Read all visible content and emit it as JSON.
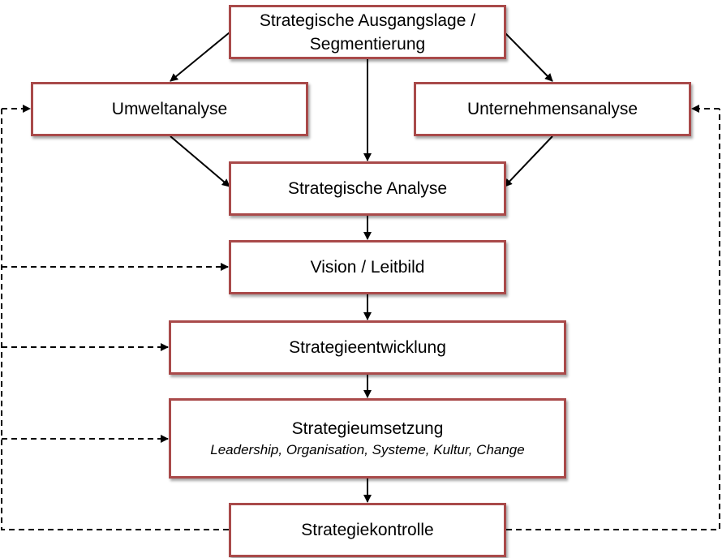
{
  "diagram": {
    "boxes": {
      "ausgangslage": {
        "line1": "Strategische Ausgangslage /",
        "line2": "Segmentierung"
      },
      "umweltanalyse": "Umweltanalyse",
      "unternehmensanalyse": "Unternehmensanalyse",
      "strategische_analyse": "Strategische Analyse",
      "vision": "Vision / Leitbild",
      "entwicklung": "Strategieentwicklung",
      "umsetzung": {
        "title": "Strategieumsetzung",
        "subtitle": "Leadership, Organisation, Systeme, Kultur, Change"
      },
      "kontrolle": "Strategiekontrolle"
    },
    "colors": {
      "box_border": "#a94a4a",
      "arrow": "#000000",
      "background": "#ffffff"
    }
  }
}
